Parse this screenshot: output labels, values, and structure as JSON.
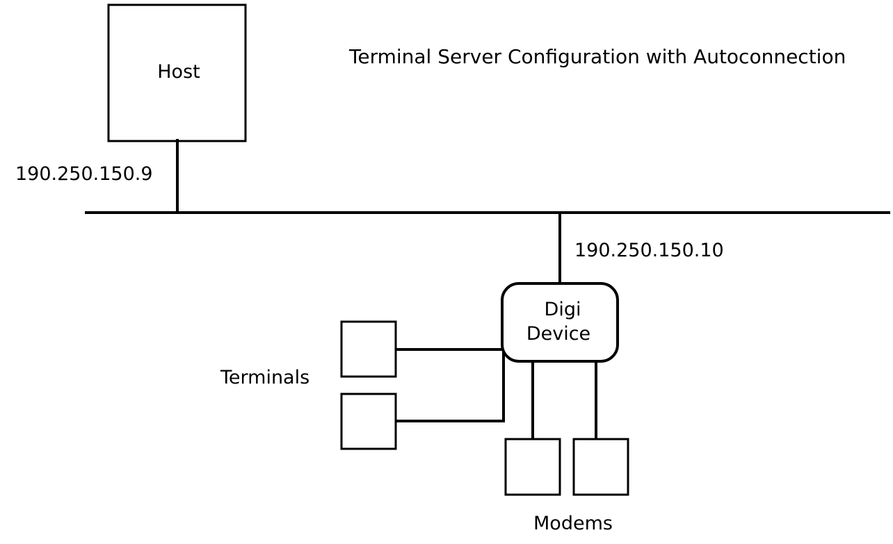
{
  "diagram": {
    "title": "Terminal Server Configuration with Autoconnection",
    "host": {
      "label": "Host",
      "ip": "190.250.150.9"
    },
    "digi_device": {
      "label_line1": "Digi",
      "label_line2": "Device",
      "ip": "190.250.150.10"
    },
    "terminals": {
      "label": "Terminals",
      "count": 2
    },
    "modems": {
      "label": "Modems",
      "count": 2
    }
  }
}
